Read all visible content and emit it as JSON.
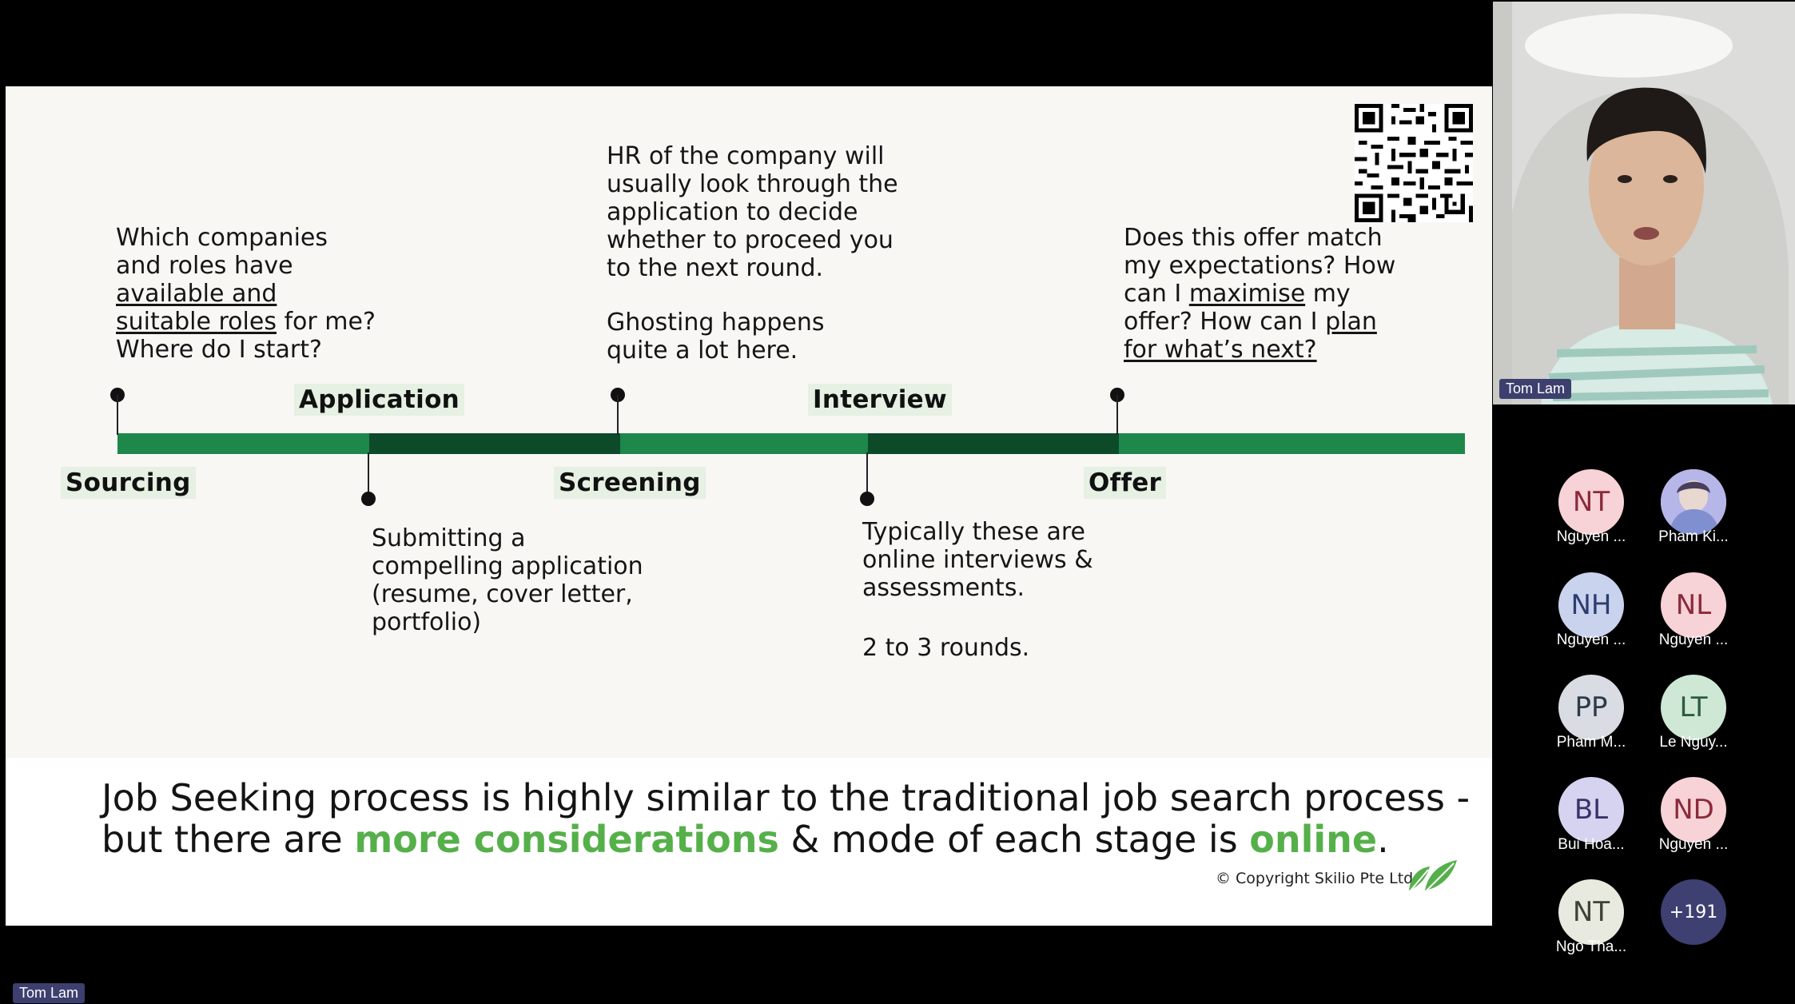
{
  "slide": {
    "descriptions": {
      "sourcing": {
        "p1": "Which companies",
        "p2": "and roles have",
        "p3": "available and",
        "p4": "suitable roles",
        "p5": " for me?",
        "p6": "Where do I start?"
      },
      "screening": {
        "l1": "HR of the company will",
        "l2": "usually look through the",
        "l3": "application to decide",
        "l4": "whether to proceed you",
        "l5": "to the next round.",
        "l6": "Ghosting happens",
        "l7": "quite a lot here."
      },
      "offer": {
        "p1": "Does this offer match",
        "p2": "my expectations? How",
        "p3": "can I ",
        "p4": "maximise",
        "p5": " my",
        "p6": "offer? How can I ",
        "p7": "plan",
        "p8": "for what’s next?"
      },
      "application": {
        "l1": "Submitting a",
        "l2": "compelling application",
        "l3": "(resume, cover letter,",
        "l4": "portfolio)"
      },
      "interview": {
        "l1": "Typically these are",
        "l2": "online interviews &",
        "l3": "assessments.",
        "l4": "2 to 3 rounds."
      }
    },
    "stages": {
      "sourcing": "Sourcing",
      "application": "Application",
      "screening": "Screening",
      "interview": "Interview",
      "offer": "Offer"
    },
    "headline": {
      "part1": "Job Seeking process is highly similar to the traditional job search process -",
      "part2": "but there are ",
      "highlight1": "more considerations",
      "part3": " & mode of each stage is ",
      "highlight2": "online",
      "part4": "."
    },
    "copyright": "© Copyright Skilio Pte Ltd"
  },
  "speaker": {
    "name": "Tom Lam"
  },
  "participants": [
    {
      "initials": "NT",
      "name": "Nguyen ...",
      "bg": "#f7d2d7",
      "fg": "#8b2a3a"
    },
    {
      "initials": "",
      "name": "Pham Ki...",
      "bg": "#b7b6e8",
      "fg": "#333"
    },
    {
      "initials": "NH",
      "name": "Nguyen ...",
      "bg": "#c9d3ee",
      "fg": "#2e3d6e"
    },
    {
      "initials": "NL",
      "name": "Nguyen ...",
      "bg": "#f7d2d7",
      "fg": "#8b2a3a"
    },
    {
      "initials": "PP",
      "name": "Pham M...",
      "bg": "#d9dde3",
      "fg": "#2f3a48"
    },
    {
      "initials": "LT",
      "name": "Le Nguy...",
      "bg": "#cfe8d6",
      "fg": "#2b5d3b"
    },
    {
      "initials": "BL",
      "name": "Bui Hoa...",
      "bg": "#d5d3ef",
      "fg": "#36336a"
    },
    {
      "initials": "ND",
      "name": "Nguyen ...",
      "bg": "#f7d2d7",
      "fg": "#8b2a3a"
    },
    {
      "initials": "NT",
      "name": "Ngo Tha...",
      "bg": "#e8eadf",
      "fg": "#3c4236"
    },
    {
      "initials": "+191",
      "name": "",
      "bg": "#3e4072",
      "fg": "#ffffff"
    }
  ],
  "self_view": {
    "name": "Tom Lam"
  },
  "colors": {
    "bar": "#1e874a",
    "bar_dark": "#0d4a2a",
    "highlight": "#55b04a",
    "name_tag": "#3d3f6e"
  }
}
